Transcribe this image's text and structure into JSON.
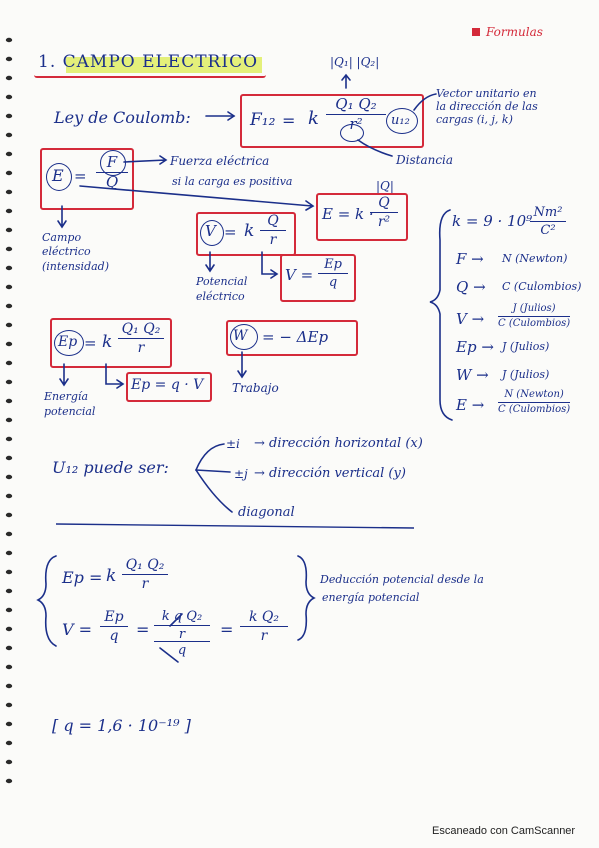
{
  "header": {
    "tag": "Formulas",
    "tag_color": "#d42a3a",
    "title": "1. CAMPO ELECTRICO",
    "highlight_color": "#e4f07a"
  },
  "coulomb": {
    "label": "Ley de Coulomb:",
    "lhs": "F₁₂",
    "eq": "=",
    "k": "k",
    "num": "Q₁ Q₂",
    "den": "r²",
    "unit": "u₁₂",
    "abs_label": "|Q₁| |Q₂|",
    "note_vector": [
      "Vector unitario en",
      "la dirección de las",
      "cargas (i, j, k)"
    ],
    "note_distance": "Distancia"
  },
  "field": {
    "E": "E",
    "eq": "=",
    "num": "F",
    "den": "Q",
    "note_force": "Fuerza eléctrica",
    "note_positive": "si la carga es positiva",
    "caption": [
      "Campo",
      "eléctrico",
      "(intensidad)"
    ]
  },
  "field2": {
    "lhs": "E = k ·",
    "num": "Q",
    "den": "r²",
    "abs_label": "|Q|"
  },
  "potential": {
    "V": "V",
    "eq": "=",
    "k": "k",
    "num": "Q",
    "den": "r",
    "caption": [
      "Potencial",
      "eléctrico"
    ],
    "alt_lhs": "V = ",
    "alt_num": "Ep",
    "alt_den": "q"
  },
  "energy": {
    "Ep": "Ep",
    "eq": "=",
    "k": "k",
    "num": "Q₁ Q₂",
    "den": "r",
    "caption": [
      "Energía",
      "potencial"
    ],
    "alt": "Ep = q · V"
  },
  "work": {
    "W": "W",
    "rhs": "= − ΔEp",
    "caption": "Trabajo"
  },
  "units": {
    "k_lhs": "k = 9 · 10⁹",
    "k_num": "Nm²",
    "k_den": "C²",
    "rows": [
      {
        "sym": "F",
        "unit": "N (Newton)"
      },
      {
        "sym": "Q",
        "unit": "C (Culombios)"
      },
      {
        "sym": "V",
        "num": "J (Julios)",
        "den": "C (Culombios)"
      },
      {
        "sym": "Ep",
        "unit": "J (Julios)"
      },
      {
        "sym": "W",
        "unit": "J (Julios)"
      },
      {
        "sym": "E",
        "num": "N (Newton)",
        "den": "C (Culombios)"
      }
    ]
  },
  "direction": {
    "label": "U₁₂ puede ser:",
    "items": [
      {
        "sym": "±i",
        "text": "→ dirección horizontal (x)"
      },
      {
        "sym": "±j",
        "text": "→ dirección vertical (y)"
      },
      {
        "sym": "",
        "text": "diagonal"
      }
    ]
  },
  "deduction": {
    "ep_lhs": "Ep =",
    "ep_k": "k",
    "ep_num": "Q₁ Q₂",
    "ep_den": "r",
    "v_lhs": "V =",
    "v_num": "Ep",
    "v_den": "q",
    "eq": "=",
    "mid_num": "k q Q₂",
    "mid_den_top": "r",
    "mid_den_bot": "q",
    "rhs_num": "k Q₂",
    "rhs_den": "r",
    "note": [
      "Deducción potencial desde la",
      "energía potencial"
    ]
  },
  "charge": {
    "text": "[ q = 1,6 · 10⁻¹⁹ ]"
  },
  "footer": {
    "scanner": "Escaneado con CamScanner"
  }
}
